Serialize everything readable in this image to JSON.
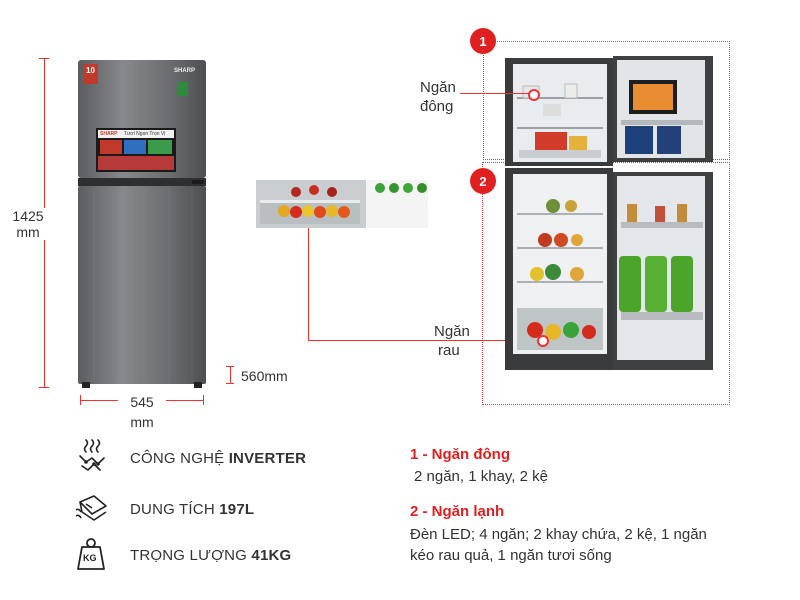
{
  "dimensions": {
    "height_value": "1425",
    "height_unit": "mm",
    "width_value": "545",
    "width_unit": "mm",
    "depth_label": "560mm"
  },
  "product": {
    "brand": "SHARP",
    "badge_number": "10",
    "screen_tagline": "Tươi Ngon Trọn Vị"
  },
  "callouts": {
    "freezer_line1": "Ngăn",
    "freezer_line2": "đông",
    "veg_line1": "Ngăn",
    "veg_line2": "rau",
    "badge1": "1",
    "badge2": "2"
  },
  "features": [
    {
      "icon": "inverter-chip-icon",
      "label": "CÔNG NGHỆ ",
      "value": "INVERTER"
    },
    {
      "icon": "capacity-icon",
      "label": "DUNG TÍCH ",
      "value": "197L"
    },
    {
      "icon": "weight-kg-icon",
      "label": "TRỌNG LƯỢNG ",
      "value": "41KG",
      "kg_text": "KG"
    }
  ],
  "specs": [
    {
      "title": "1 - Ngăn đông",
      "body": "2 ngăn, 1 khay, 2 kệ"
    },
    {
      "title": "2 - Ngăn lạnh",
      "body": "Đèn LED; 4 ngăn; 2 khay chứa, 2 kệ, 1 ngăn kéo rau quả, 1 ngăn tươi sống"
    }
  ],
  "colors": {
    "accent": "#e02020",
    "fridge_body": "#6e7073",
    "fridge_dark": "#2a2a2c"
  }
}
